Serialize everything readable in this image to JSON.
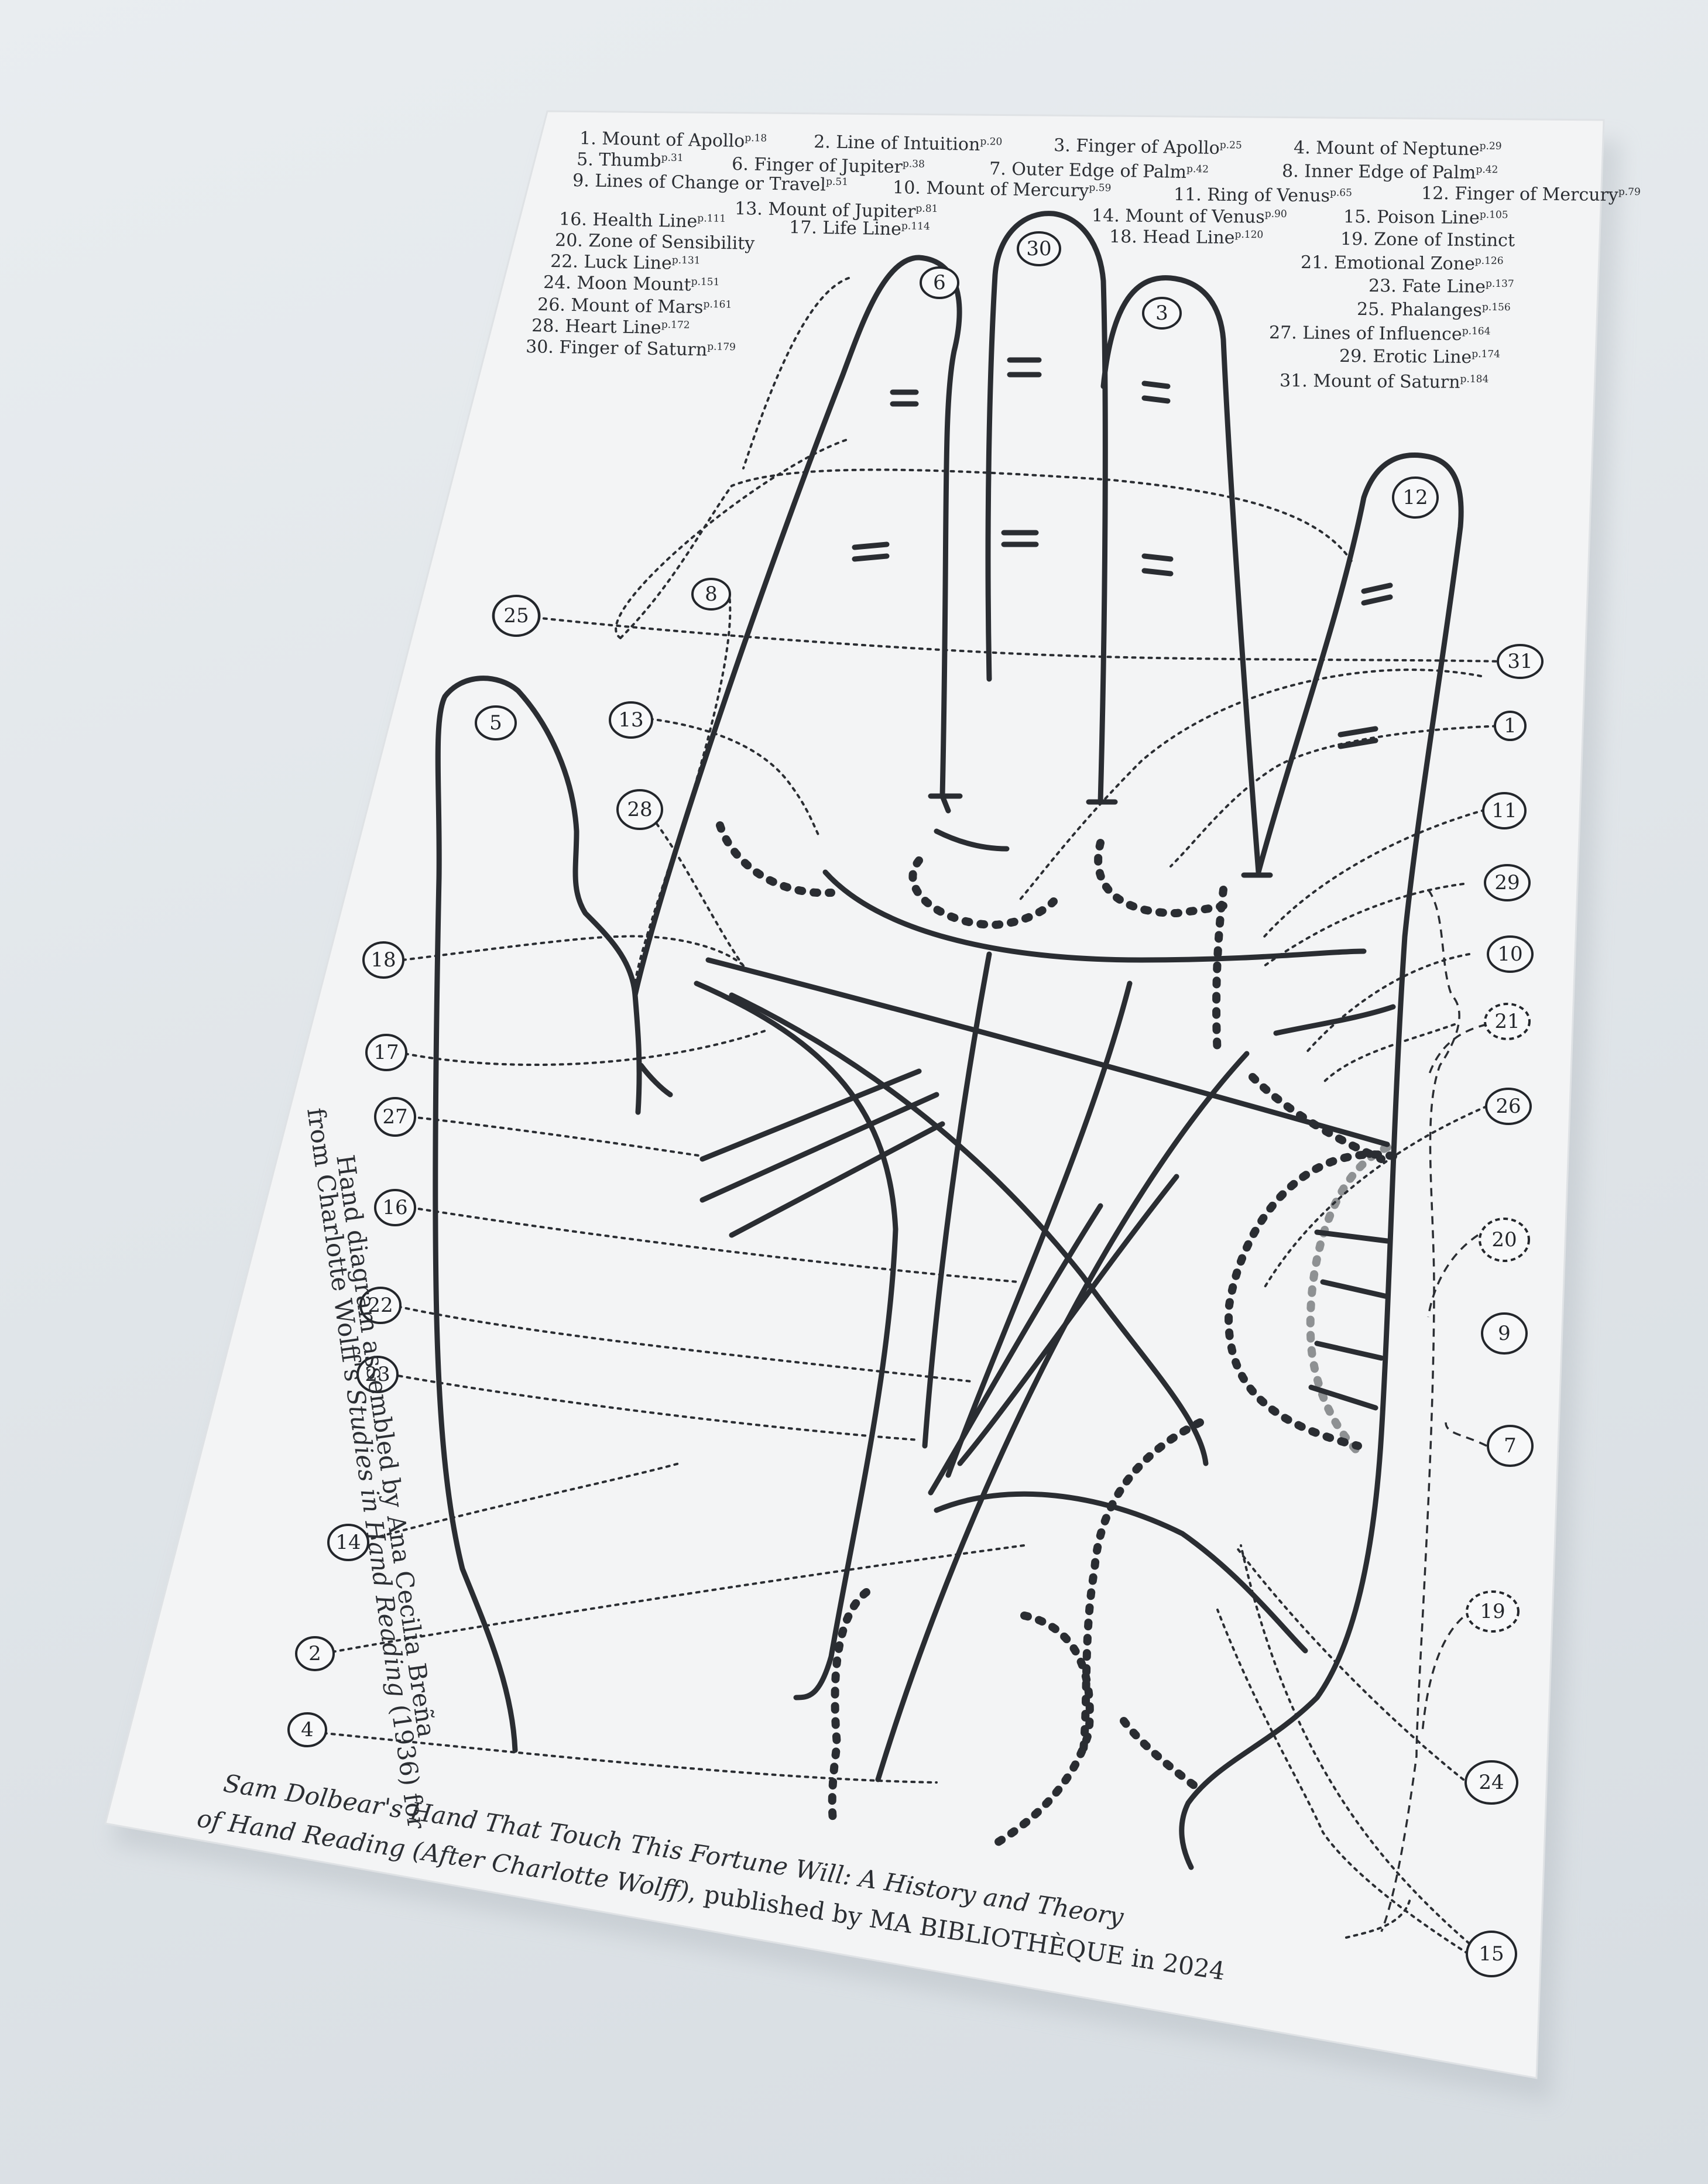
{
  "legend": [
    {
      "num": "1",
      "name": "Mount of Apollo",
      "page": "p.18"
    },
    {
      "num": "2",
      "name": "Line of Intuition",
      "page": "p.20"
    },
    {
      "num": "3",
      "name": "Finger of Apollo",
      "page": "p.25"
    },
    {
      "num": "4",
      "name": "Mount of Neptune",
      "page": "p.29"
    },
    {
      "num": "5",
      "name": "Thumb",
      "page": "p.31"
    },
    {
      "num": "6",
      "name": "Finger of Jupiter",
      "page": "p.38"
    },
    {
      "num": "7",
      "name": "Outer Edge of Palm",
      "page": "p.42"
    },
    {
      "num": "8",
      "name": "Inner Edge of Palm",
      "page": "p.42"
    },
    {
      "num": "9",
      "name": "Lines of Change or Travel",
      "page": "p.51"
    },
    {
      "num": "10",
      "name": "Mount of Mercury",
      "page": "p.59"
    },
    {
      "num": "11",
      "name": "Ring of Venus",
      "page": "p.65"
    },
    {
      "num": "12",
      "name": "Finger of Mercury",
      "page": "p.79"
    },
    {
      "num": "13",
      "name": "Mount of Jupiter",
      "page": "p.81"
    },
    {
      "num": "14",
      "name": "Mount of Venus",
      "page": "p.90"
    },
    {
      "num": "15",
      "name": "Poison Line",
      "page": "p.105"
    },
    {
      "num": "16",
      "name": "Health Line",
      "page": "p.111"
    },
    {
      "num": "17",
      "name": "Life Line",
      "page": "p.114"
    },
    {
      "num": "18",
      "name": "Head Line",
      "page": "p.120"
    },
    {
      "num": "19",
      "name": "Zone of Instinct",
      "page": ""
    },
    {
      "num": "20",
      "name": "Zone of Sensibility",
      "page": ""
    },
    {
      "num": "21",
      "name": "Emotional Zone",
      "page": "p.126"
    },
    {
      "num": "22",
      "name": "Luck Line",
      "page": "p.131"
    },
    {
      "num": "23",
      "name": "Fate Line",
      "page": "p.137"
    },
    {
      "num": "24",
      "name": "Moon Mount",
      "page": "p.151"
    },
    {
      "num": "25",
      "name": "Phalanges",
      "page": "p.156"
    },
    {
      "num": "26",
      "name": "Mount of Mars",
      "page": "p.161"
    },
    {
      "num": "27",
      "name": "Lines of Influence",
      "page": "p.164"
    },
    {
      "num": "28",
      "name": "Heart Line",
      "page": "p.172"
    },
    {
      "num": "29",
      "name": "Erotic Line",
      "page": "p.174"
    },
    {
      "num": "30",
      "name": "Finger of Saturn",
      "page": "p.179"
    },
    {
      "num": "31",
      "name": "Mount of Saturn",
      "page": "p.184"
    }
  ],
  "markers": {
    "m1": "1",
    "m2": "2",
    "m3": "3",
    "m4": "4",
    "m5": "5",
    "m6": "6",
    "m7": "7",
    "m8": "8",
    "m9": "9",
    "m10": "10",
    "m11": "11",
    "m12": "12",
    "m13": "13",
    "m14": "14",
    "m15": "15",
    "m16": "16",
    "m17": "17",
    "m18": "18",
    "m19": "19",
    "m20": "20",
    "m21": "21",
    "m22": "22",
    "m23": "23",
    "m24": "24",
    "m25": "25",
    "m26": "26",
    "m27": "27",
    "m28": "28",
    "m29": "29",
    "m30": "30",
    "m31": "31"
  },
  "credit": {
    "line1": "Hand diagram assembled by Ana Cecilia Breña",
    "line2_prefix": "from Charlotte Wolff's ",
    "line2_title": "Studies in Hand Reading",
    "line2_suffix": " (1936) for",
    "line3": "Sam Dolbear's Hand That Touch This Fortune Will: A History and Theory",
    "line4_title": "of Hand Reading (After Charlotte Wolff)",
    "line4_suffix": ", published by MA BIBLIOTHÈQUE in 2024"
  }
}
